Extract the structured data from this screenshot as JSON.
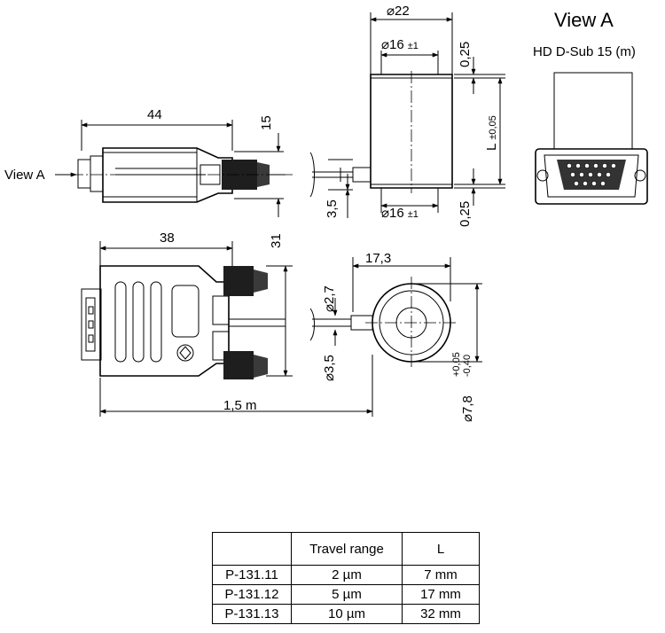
{
  "view_title": "View A",
  "view_subtitle": "HD D-Sub 15 (m)",
  "view_a_pointer": "View A",
  "dimensions": {
    "side_length": "44",
    "side_height": "15",
    "top_length": "38",
    "top_height": "31",
    "cable_length": "1,5 m",
    "housing_diameter": "22",
    "top_bore": "16",
    "bottom_bore": "16",
    "bore_tolerance": "±1",
    "top_gap": "0,25",
    "bottom_gap": "0,25",
    "length_label": "L",
    "length_tolerance": "±0,05",
    "pin_offset": "3,5",
    "end_width": "17,3",
    "pin_diameter": "2,7",
    "shaft_diameter": "3,5",
    "outer_diameter": "7,8",
    "outer_tol_upper": "+0,05",
    "outer_tol_lower": "-0,40"
  },
  "table": {
    "headers": [
      "",
      "Travel range",
      "L"
    ],
    "rows": [
      [
        "P-131.11",
        "2 µm",
        "7 mm"
      ],
      [
        "P-131.12",
        "5 µm",
        "17 mm"
      ],
      [
        "P-131.13",
        "10 µm",
        "32 mm"
      ]
    ]
  }
}
